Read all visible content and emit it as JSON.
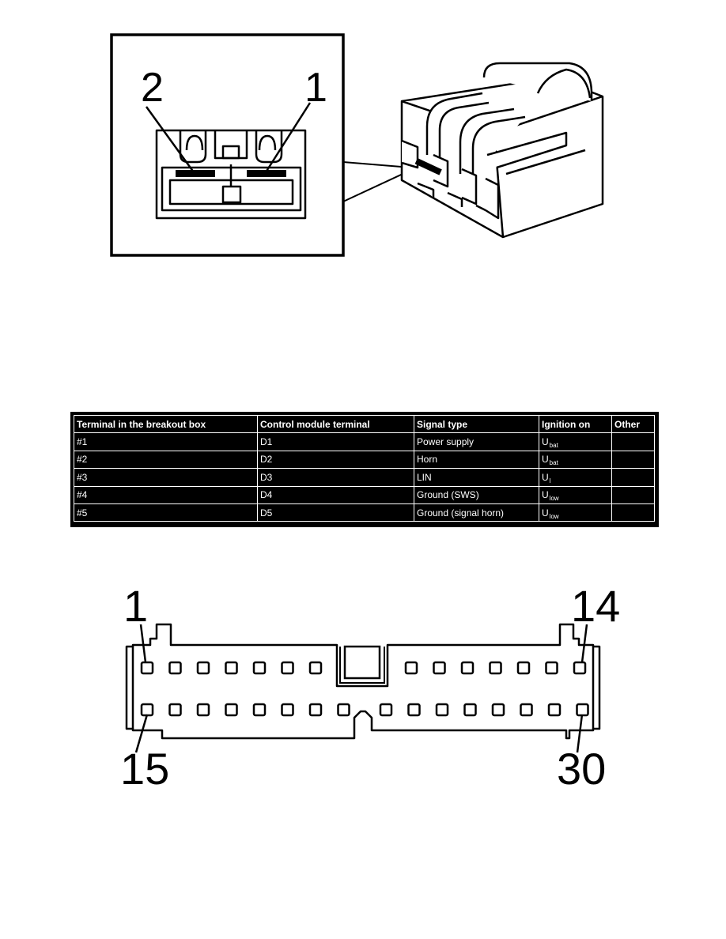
{
  "connector_top": {
    "pin_labels": [
      "2",
      "1"
    ]
  },
  "table": {
    "headers": [
      "Terminal in the breakout box",
      "Control module terminal",
      "Signal type",
      "Ignition on",
      "Other"
    ],
    "rows": [
      {
        "terminal": "#1",
        "module": "D1",
        "signal": "Power supply",
        "ign_main": "U",
        "ign_sub": "bat",
        "other": ""
      },
      {
        "terminal": "#2",
        "module": "D2",
        "signal": "Horn",
        "ign_main": "U",
        "ign_sub": "bat",
        "other": ""
      },
      {
        "terminal": "#3",
        "module": "D3",
        "signal": "LIN",
        "ign_main": "U",
        "ign_sub": "l",
        "other": ""
      },
      {
        "terminal": "#4",
        "module": "D4",
        "signal": "Ground (SWS)",
        "ign_main": "U",
        "ign_sub": "low",
        "other": ""
      },
      {
        "terminal": "#5",
        "module": "D5",
        "signal": "Ground (signal horn)",
        "ign_main": "U",
        "ign_sub": "low",
        "other": ""
      }
    ]
  },
  "connector_bottom": {
    "top_left_label": "1",
    "top_right_label": "14",
    "bottom_left_label": "15",
    "bottom_right_label": "30"
  }
}
